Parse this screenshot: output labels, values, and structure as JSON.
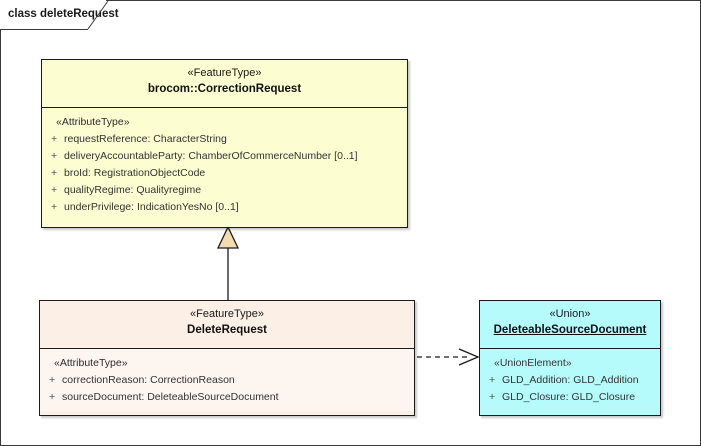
{
  "diagram": {
    "tab_label": "class deleteRequest",
    "background": "#ffffff",
    "border_color": "#3a3a3a"
  },
  "classes": {
    "correction_request": {
      "stereotype": "«FeatureType»",
      "name": "brocom::CorrectionRequest",
      "fill": "#fdfdd2",
      "compartment_stereotype": "«AttributeType»",
      "attributes": [
        {
          "visibility": "+",
          "text": "requestReference: CharacterString"
        },
        {
          "visibility": "+",
          "text": "deliveryAccountableParty: ChamberOfCommerceNumber [0..1]"
        },
        {
          "visibility": "+",
          "text": "broId: RegistrationObjectCode"
        },
        {
          "visibility": "+",
          "text": "qualityRegime: Qualityregime"
        },
        {
          "visibility": "+",
          "text": "underPrivilege: IndicationYesNo [0..1]"
        }
      ]
    },
    "delete_request": {
      "stereotype": "«FeatureType»",
      "name": "DeleteRequest",
      "fill": "#fcf0e6",
      "compartment_stereotype": "«AttributeType»",
      "attributes": [
        {
          "visibility": "+",
          "text": "correctionReason: CorrectionReason"
        },
        {
          "visibility": "+",
          "text": "sourceDocument: DeleteableSourceDocument"
        }
      ]
    },
    "deleteable_source_document": {
      "stereotype": "«Union»",
      "name": "DeleteableSourceDocument",
      "fill": "#b6fbfb",
      "compartment_stereotype": "«UnionElement»",
      "attributes": [
        {
          "visibility": "+",
          "text": "GLD_Addition: GLD_Addition"
        },
        {
          "visibility": "+",
          "text": "GLD_Closure: GLD_Closure"
        }
      ]
    }
  },
  "connectors": {
    "generalization": {
      "type": "generalization",
      "from": "DeleteRequest",
      "to": "brocom::CorrectionRequest",
      "line_style": "solid",
      "arrowhead": "hollow-triangle",
      "arrow_fill": "#f5dcae"
    },
    "dependency": {
      "type": "dependency",
      "from": "DeleteRequest",
      "to": "DeleteableSourceDocument",
      "line_style": "dashed",
      "arrowhead": "open-arrow"
    }
  }
}
